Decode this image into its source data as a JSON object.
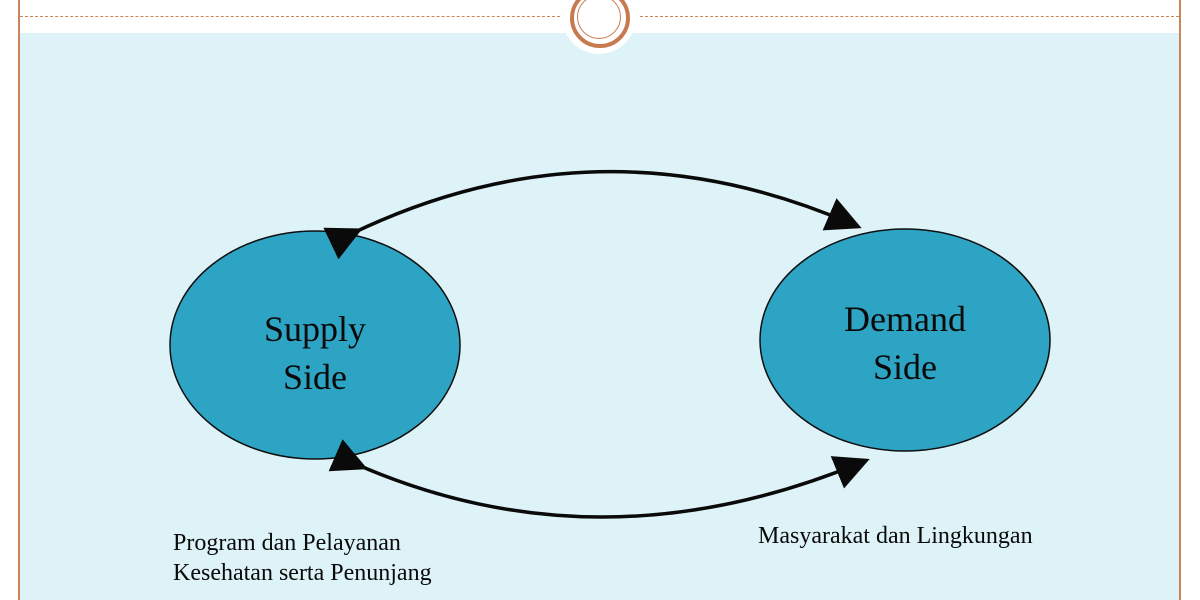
{
  "nodes": {
    "supply": {
      "line1": "Supply",
      "line2": "Side"
    },
    "demand": {
      "line1": "Demand",
      "line2": "Side"
    }
  },
  "captions": {
    "supply": {
      "line1": "Program dan Pelayanan",
      "line2": "Kesehatan serta Penunjang"
    },
    "demand": {
      "line1": "Masyarakat dan Lingkungan"
    }
  },
  "colors": {
    "node_fill": "#2ea4c4",
    "node_stroke": "#0e0e0e",
    "arrow": "#0a0a0a",
    "background": "#ddf3f8",
    "accent": "#c77a4f"
  }
}
